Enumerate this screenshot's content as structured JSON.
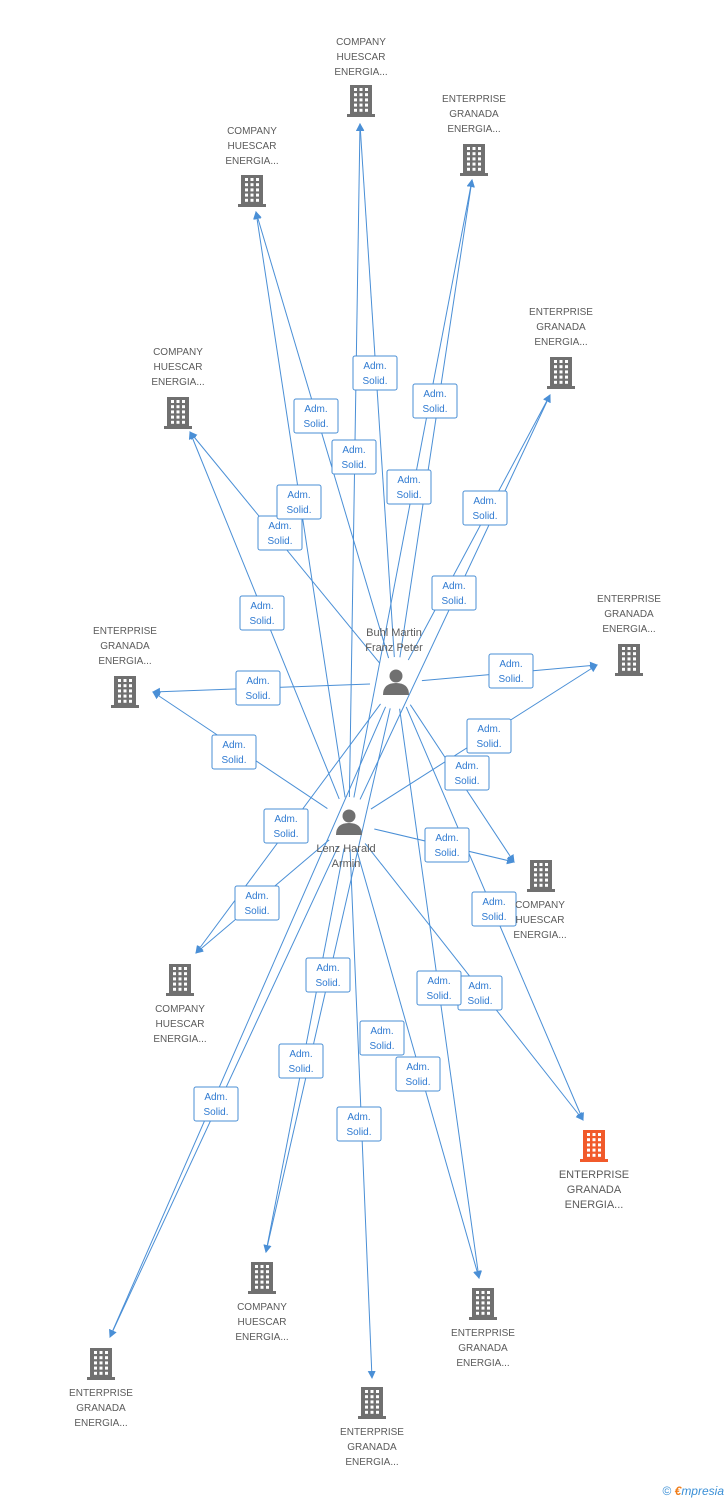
{
  "colors": {
    "edge": "#4a8fd6",
    "building": "#707070",
    "building_highlight": "#f15a2b",
    "person": "#707070",
    "label_text": "#5b5b5b"
  },
  "persons": [
    {
      "id": "p1",
      "name": [
        "Buhl Martin",
        "Franz Peter"
      ]
    },
    {
      "id": "p2",
      "name": [
        "Lenz Harald",
        "Armin"
      ]
    }
  ],
  "companies": [
    {
      "id": "c1",
      "name": [
        "COMPANY",
        "HUESCAR",
        "ENERGIA..."
      ]
    },
    {
      "id": "c2",
      "name": [
        "ENTERPRISE",
        "GRANADA",
        "ENERGIA..."
      ]
    },
    {
      "id": "c3",
      "name": [
        "COMPANY",
        "HUESCAR",
        "ENERGIA..."
      ]
    },
    {
      "id": "c4",
      "name": [
        "ENTERPRISE",
        "GRANADA",
        "ENERGIA..."
      ]
    },
    {
      "id": "c5",
      "name": [
        "COMPANY",
        "HUESCAR",
        "ENERGIA..."
      ]
    },
    {
      "id": "c6",
      "name": [
        "ENTERPRISE",
        "GRANADA",
        "ENERGIA..."
      ]
    },
    {
      "id": "c7",
      "name": [
        "ENTERPRISE",
        "GRANADA",
        "ENERGIA..."
      ]
    },
    {
      "id": "c8",
      "name": [
        "COMPANY",
        "HUESCAR",
        "ENERGIA..."
      ]
    },
    {
      "id": "c9",
      "name": [
        "COMPANY",
        "HUESCAR",
        "ENERGIA..."
      ]
    },
    {
      "id": "c10",
      "name": [
        "ENTERPRISE",
        "GRANADA",
        "ENERGIA..."
      ],
      "highlight": true
    },
    {
      "id": "c11",
      "name": [
        "COMPANY",
        "HUESCAR",
        "ENERGIA..."
      ]
    },
    {
      "id": "c12",
      "name": [
        "ENTERPRISE",
        "GRANADA",
        "ENERGIA..."
      ]
    },
    {
      "id": "c13",
      "name": [
        "ENTERPRISE",
        "GRANADA",
        "ENERGIA..."
      ]
    },
    {
      "id": "c14",
      "name": [
        "ENTERPRISE",
        "GRANADA",
        "ENERGIA..."
      ]
    }
  ],
  "edge_label": [
    "Adm.",
    "Solid."
  ],
  "edges": [
    {
      "from": "p1",
      "to": "c1"
    },
    {
      "from": "p2",
      "to": "c1"
    },
    {
      "from": "p1",
      "to": "c2"
    },
    {
      "from": "p2",
      "to": "c2"
    },
    {
      "from": "p1",
      "to": "c3"
    },
    {
      "from": "p2",
      "to": "c3"
    },
    {
      "from": "p1",
      "to": "c4"
    },
    {
      "from": "p2",
      "to": "c4"
    },
    {
      "from": "p1",
      "to": "c5"
    },
    {
      "from": "p2",
      "to": "c5"
    },
    {
      "from": "p1",
      "to": "c6"
    },
    {
      "from": "p2",
      "to": "c6"
    },
    {
      "from": "p1",
      "to": "c7"
    },
    {
      "from": "p2",
      "to": "c7"
    },
    {
      "from": "p1",
      "to": "c8"
    },
    {
      "from": "p2",
      "to": "c8"
    },
    {
      "from": "p1",
      "to": "c9"
    },
    {
      "from": "p2",
      "to": "c9"
    },
    {
      "from": "p1",
      "to": "c10"
    },
    {
      "from": "p2",
      "to": "c10"
    },
    {
      "from": "p1",
      "to": "c11"
    },
    {
      "from": "p2",
      "to": "c11"
    },
    {
      "from": "p1",
      "to": "c12"
    },
    {
      "from": "p2",
      "to": "c12"
    },
    {
      "from": "p1",
      "to": "c13"
    },
    {
      "from": "p2",
      "to": "c13"
    },
    {
      "from": "p2",
      "to": "c14"
    }
  ],
  "footer": {
    "copyright": "©",
    "brand_initial": "€",
    "brand_rest": "mpresia"
  }
}
